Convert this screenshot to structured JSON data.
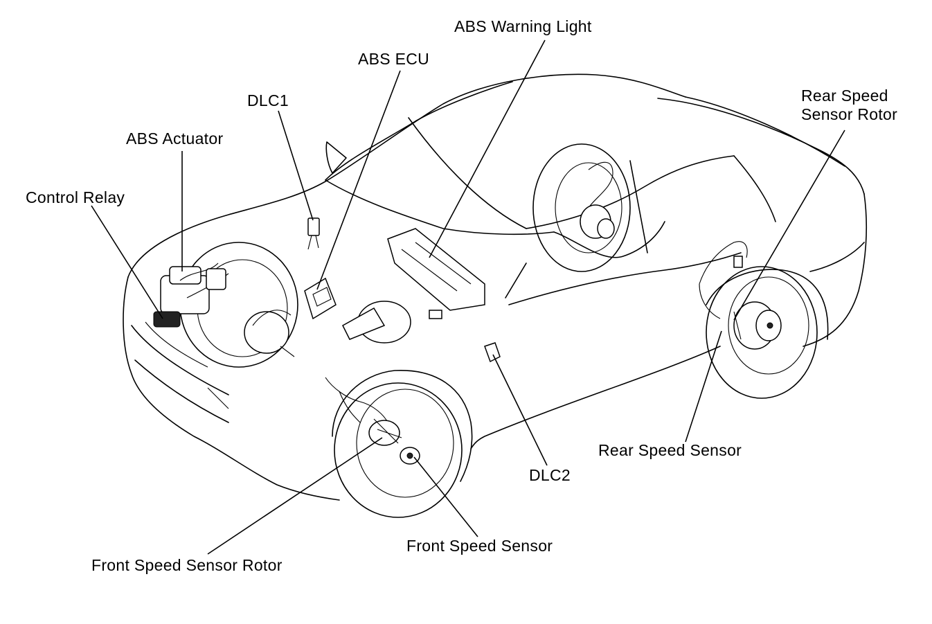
{
  "labels": {
    "abs_warning_light": "ABS Warning Light",
    "abs_ecu": "ABS ECU",
    "dlc1": "DLC1",
    "abs_actuator": "ABS Actuator",
    "control_relay": "Control Relay",
    "rear_speed_sensor_rotor_line1": "Rear Speed",
    "rear_speed_sensor_rotor_line2": "Sensor Rotor",
    "rear_speed_sensor": "Rear Speed Sensor",
    "dlc2": "DLC2",
    "front_speed_sensor": "Front Speed Sensor",
    "front_speed_sensor_rotor": "Front Speed Sensor Rotor"
  },
  "colors": {
    "line": "#000000",
    "background": "#ffffff"
  }
}
